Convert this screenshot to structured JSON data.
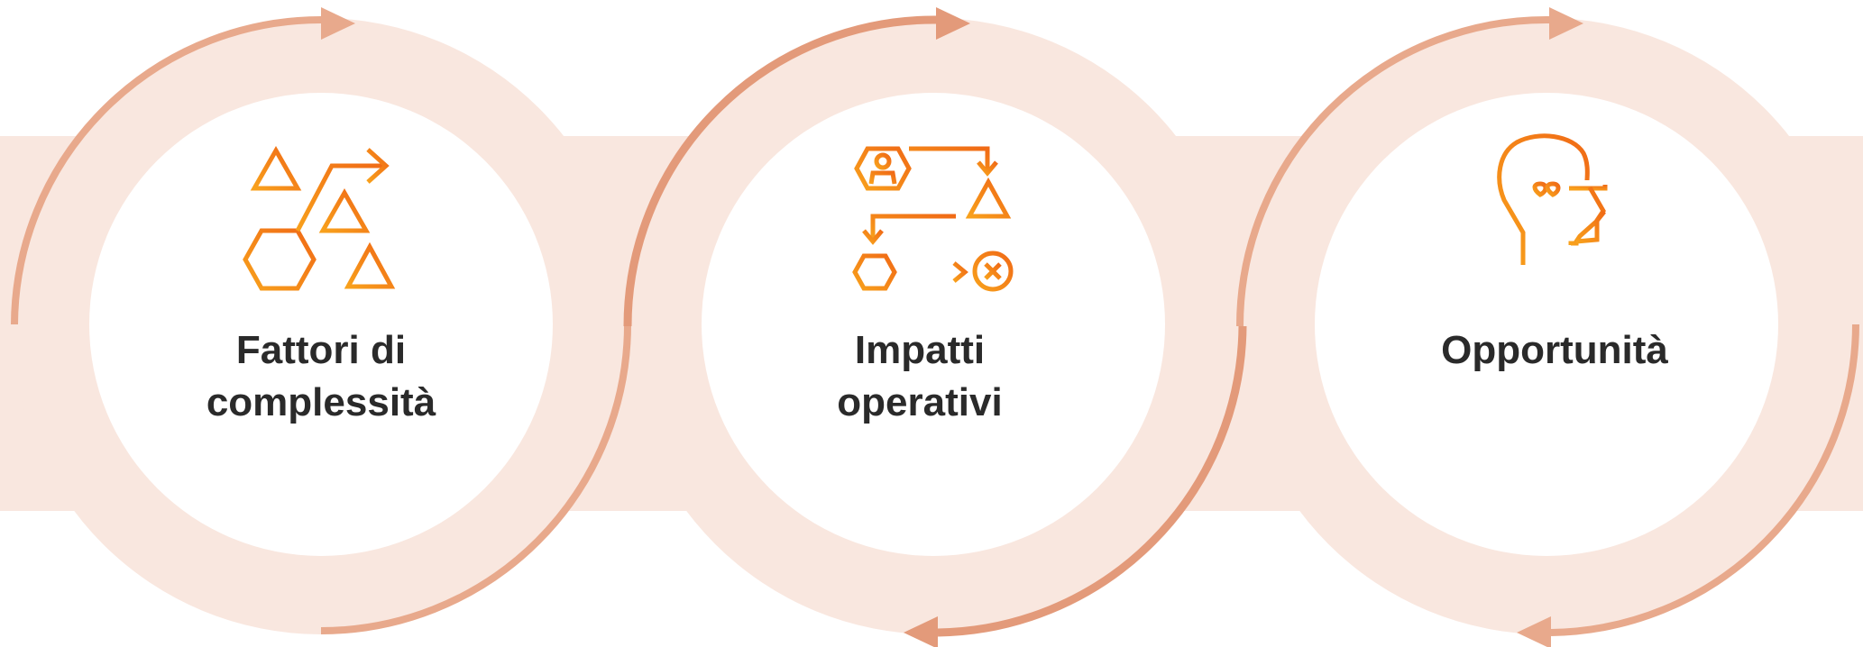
{
  "colors": {
    "band": "#f9e7df",
    "ring": "#f9e7df",
    "arc": "#e8a98c",
    "inner": "#ffffff",
    "icon_orange": "#f07a1a",
    "icon_amber": "#f8a11c",
    "text": "#2a2a2a"
  },
  "steps": [
    {
      "icon": "complexity-shapes-icon",
      "label_lines": [
        "Fattori di",
        "complessità"
      ]
    },
    {
      "icon": "process-flow-icon",
      "label_lines": [
        "Impatti",
        "operativi"
      ]
    },
    {
      "icon": "idea-head-icon",
      "label_lines": [
        "Opportunità"
      ]
    }
  ]
}
